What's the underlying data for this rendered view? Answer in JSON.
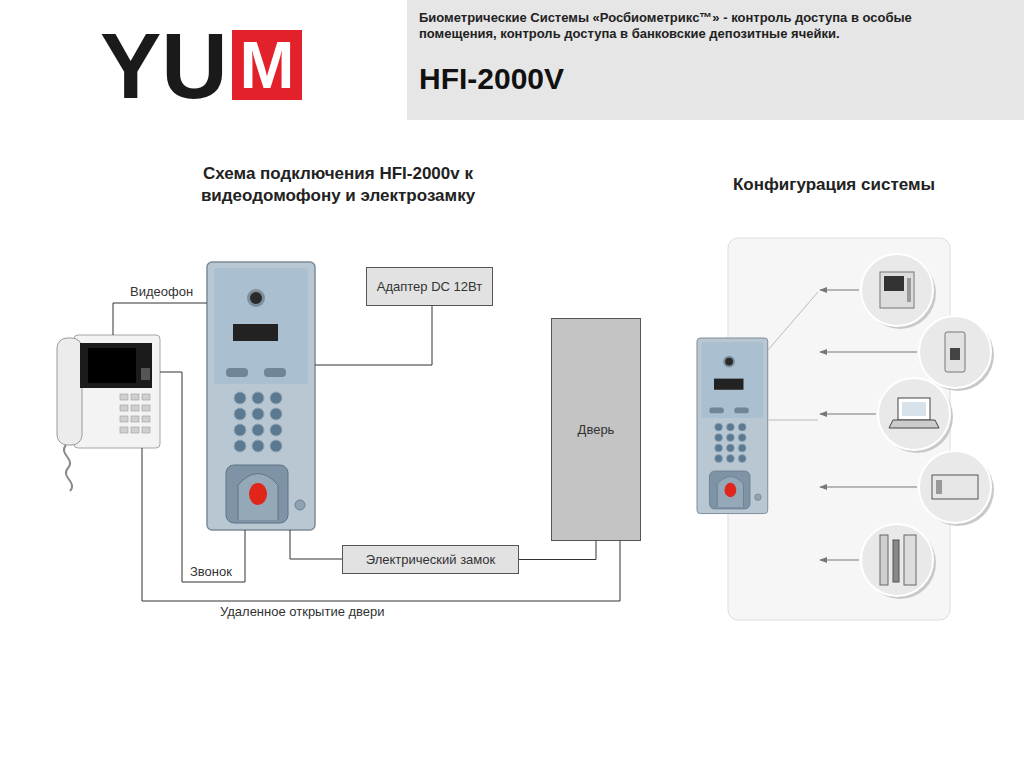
{
  "diagram": {
    "nodes": [
      {
        "text": [
          "Биометрические Системы «Росбиометрикс™» - контроль доступа в особые помещения, контроль доступа в банковские депозитные ячейки.",
          "HFI-2000V"
        ]
      },
      {
        "text": [
          "Адаптер DC 12Вт"
        ]
      },
      {
        "text": [
          "Дверь"
        ]
      },
      {
        "text": [
          "Электрический замок"
        ]
      }
    ],
    "edges": [
      {
        "from": 3,
        "to": 2,
        "arrow": "none"
      }
    ],
    "labels": [
      "YU",
      "M",
      "Схема подключения HFI-2000v к видеодомофону и электрозамку",
      "Конфигурация системы",
      "Видеофон",
      "Звонок",
      "Удаленное открытие двери"
    ]
  }
}
